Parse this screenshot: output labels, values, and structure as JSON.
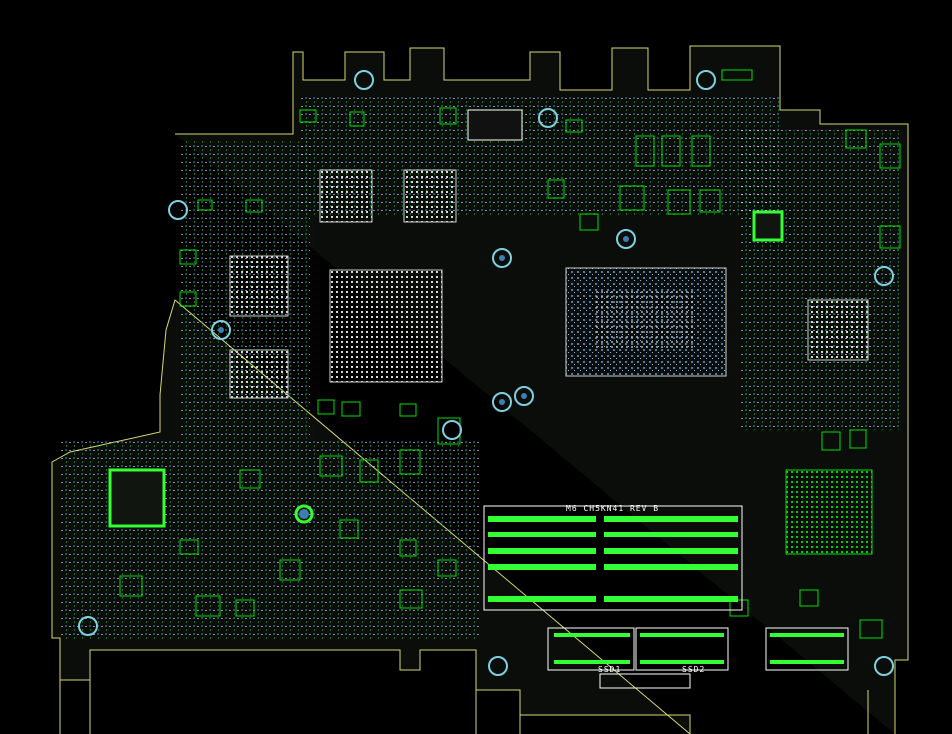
{
  "board": {
    "label": "M6 CH5KN41 REV B",
    "slot_labels": [
      "SSD1",
      "SSD2"
    ]
  },
  "colors": {
    "background": "#000000",
    "outline": "#d8d870",
    "pad_green": "#00e000",
    "pad_bright": "#33ff33",
    "trace_blue": "#3c7fb4",
    "silk_white": "#ffffff",
    "via_cyan": "#7fd0e0"
  }
}
